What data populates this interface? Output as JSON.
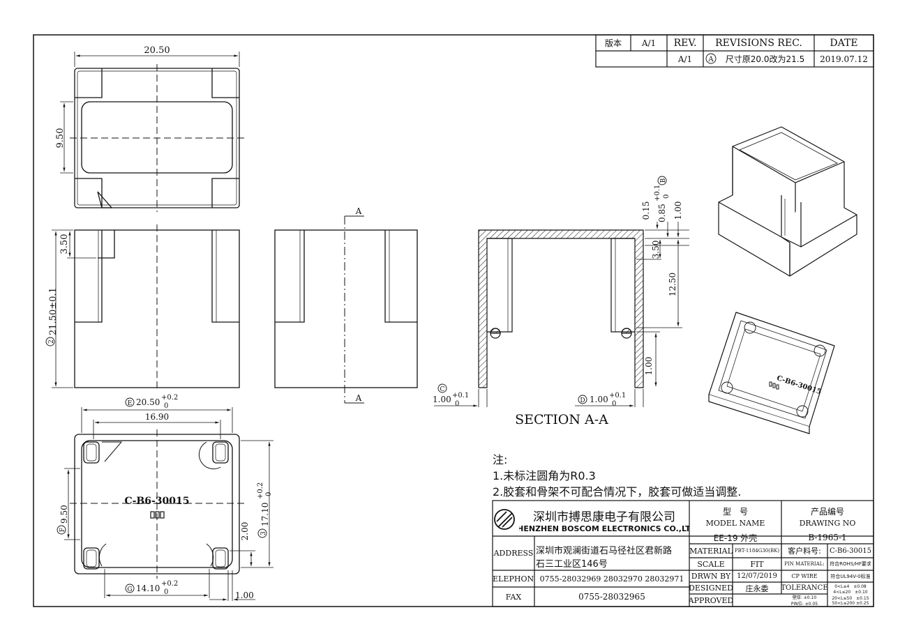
{
  "revision_table": {
    "version_label": "版本",
    "version_value": "A/1",
    "rev_label": "REV.",
    "revisions_label": "REVISIONS REC.",
    "date_label": "DATE",
    "rev_value": "A/1",
    "revision_marker": "A",
    "revision_text": "尺寸原20.0改为21.5",
    "date_value": "2019.07.12"
  },
  "dimensions": {
    "top_width": "20.50",
    "top_height": "9.50",
    "front_inner_drop": "3.50",
    "front_height": "21.50±0.1",
    "front_height_marker": "2",
    "section_a_top": "A",
    "section_a_bottom": "A",
    "sec_0_15": "0.15",
    "sec_0_85": "0.85",
    "sec_0_85_tol_plus": "+0.1",
    "sec_0_85_tol_zero": "0",
    "sec_0_85_marker": "B",
    "sec_1_00_top": "1.00",
    "sec_3_50": "3.50",
    "sec_12_50": "12.50",
    "sec_1_00_side": "1.00",
    "sec_left_wall": "1.00",
    "sec_left_tol_plus": "+0.1",
    "sec_left_tol_zero": "0",
    "sec_left_marker": "C",
    "sec_right_wall": "1.00",
    "sec_right_tol_plus": "+0.1",
    "sec_right_tol_zero": "0",
    "sec_right_marker": "D",
    "section_title": "SECTION A-A",
    "bottom_outer_width": "20.50",
    "bottom_outer_tol_plus": "+0.2",
    "bottom_outer_tol_zero": "0",
    "bottom_outer_marker": "E",
    "bottom_inner_width": "16.90",
    "bottom_left_height": "9.50",
    "bottom_left_marker": "F",
    "bottom_right_height": "17.10",
    "bottom_right_tol_plus": "+0.2",
    "bottom_right_tol_zero": "0",
    "bottom_right_marker": "3",
    "bottom_small": "2.00",
    "bottom_slot": "14.10",
    "bottom_slot_tol_plus": "+0.2",
    "bottom_slot_tol_zero": "0",
    "bottom_slot_marker": "G",
    "bottom_right_gap": "1.00"
  },
  "part_labels": {
    "bottom_view_part": "C-B6-30015",
    "iso_part": "C-B6-30015"
  },
  "notes": {
    "heading": "注:",
    "line1": "1.未标注圆角为R0.3",
    "line2": "2.胶套和骨架不可配合情况下，胶套可做适当调整."
  },
  "title_block": {
    "company_cn": "深圳市搏思康电子有限公司",
    "company_en": "SHENZHEN BOSCOM ELECTRONICS CO.,LTD",
    "address_label": "ADDRESS",
    "address_line1": "深圳市观澜街道石马径社区君新路",
    "address_line2": "石三工业区146号",
    "telephone_label": "TELEPHONE",
    "telephone_value": "0755-28032969 28032970 28032971",
    "fax_label": "FAX",
    "fax_value": "0755-28032965",
    "model_label_cn": "型　号",
    "model_label_en": "MODEL NAME",
    "model_value": "EE-19 外壳",
    "drawing_label_cn": "产品编号",
    "drawing_label_en": "DRAWING NO",
    "drawing_value": "B-1965-1",
    "material_label": "MATERIAL",
    "material_value": "PBT-1184G30(BK)",
    "customer_pn_label": "客户料号:",
    "customer_pn_value": "C-B6-30015",
    "scale_label": "SCALE",
    "scale_value": "FIT",
    "pin_material_label": "PIN MATERIAL:",
    "pin_material_value": "符合ROHS/HF要求",
    "drawn_label": "DRWN BY",
    "drawn_value": "12/07/2019",
    "cp_wire_label": "CP WIRE",
    "cp_wire_value": "符合UL94V-0标准",
    "designed_label": "DESIGNED",
    "designed_value": "庄永委",
    "tolerance_label": "TOLERANCE",
    "approved_label": "APPROVED",
    "tol_wall": "壁厚: ±0.10",
    "tol_pin": "PIN位: ±0.05",
    "tol_r1": "0<L≤4　±0.08",
    "tol_r2": "4<L≤20　±0.10",
    "tol_r3": "20<L≤50　±0.15",
    "tol_r4": "50<L≤200 ±0.25"
  }
}
